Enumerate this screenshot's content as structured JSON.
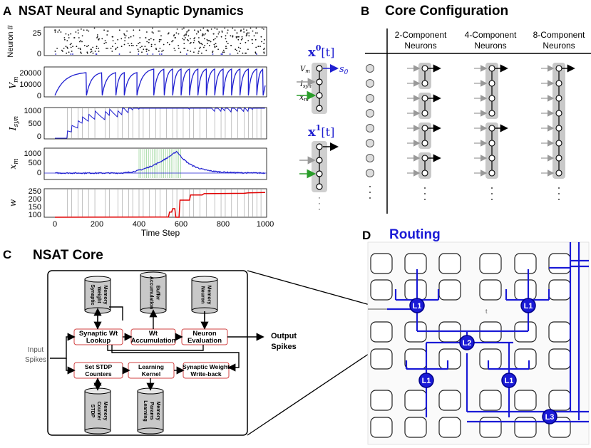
{
  "panelA": {
    "letter": "A",
    "title": "NSAT Neural and Synaptic Dynamics",
    "xlabel": "Time Step",
    "xticks": [
      "0",
      "200",
      "400",
      "600",
      "800",
      "1000"
    ],
    "plots": [
      {
        "ylabel_html": "Neuron #",
        "yticks": [
          "0",
          "25"
        ]
      },
      {
        "ylabel_html": "V_m",
        "yticks": [
          "0",
          "10000",
          "20000"
        ]
      },
      {
        "ylabel_html": "I_syn",
        "yticks": [
          "0",
          "500",
          "1000"
        ]
      },
      {
        "ylabel_html": "x_m",
        "yticks": [
          "0",
          "500",
          "1000"
        ]
      },
      {
        "ylabel_html": "w",
        "yticks": [
          "100",
          "150",
          "200",
          "250"
        ]
      }
    ],
    "neuron_diagram": {
      "x0_label": "x",
      "x0_sup": "0",
      "x0_arg": "[t]",
      "x1_label": "x",
      "x1_sup": "1",
      "x1_arg": "[t]",
      "vm": "V",
      "vm_sub": "m",
      "isyn": "I",
      "isyn_sub": "syn",
      "xm": "x",
      "xm_sub": "m",
      "s0": "s",
      "s0_sub": "0"
    },
    "colors": {
      "trace": "#1f1fd0",
      "weight": "#e00000",
      "green": "#2a9d2a",
      "gray": "#999999"
    }
  },
  "panelB": {
    "letter": "B",
    "title": "Core Configuration",
    "columns": [
      {
        "line1": "2-Component",
        "line2": "Neurons"
      },
      {
        "line1": "4-Component",
        "line2": "Neurons"
      },
      {
        "line1": "8-Component",
        "line2": "Neurons"
      }
    ]
  },
  "panelC": {
    "letter": "C",
    "title": "NSAT Core",
    "input_label_1": "Input",
    "input_label_2": "Spikes",
    "output_label_1": "Output",
    "output_label_2": "Spikes",
    "memories": [
      {
        "line1": "Synaptic",
        "line2": "Weight",
        "line3": "Memory"
      },
      {
        "line1": "Accumulation",
        "line2": "Buffer",
        "line3": ""
      },
      {
        "line1": "Neuron",
        "line2": "Memory",
        "line3": ""
      },
      {
        "line1": "STDP",
        "line2": "Counter",
        "line3": "Memory"
      },
      {
        "line1": "Learning",
        "line2": "Params",
        "line3": "Memory"
      }
    ],
    "blocks": [
      {
        "line1": "Synaptic Wt",
        "line2": "Lookup"
      },
      {
        "line1": "Wt",
        "line2": "Accumulation"
      },
      {
        "line1": "Neuron",
        "line2": "Evaluation"
      },
      {
        "line1": "Set STDP",
        "line2": "Counters"
      },
      {
        "line1": "Learning",
        "line2": "Kernel"
      },
      {
        "line1": "Synaptic Weight",
        "line2": "Write-back"
      }
    ]
  },
  "panelD": {
    "letter": "D",
    "title": "Routing",
    "nodes": [
      "L1",
      "L1",
      "L2",
      "L1",
      "L1",
      "L3"
    ],
    "t_label": "t",
    "color": "#1a1ad6"
  }
}
